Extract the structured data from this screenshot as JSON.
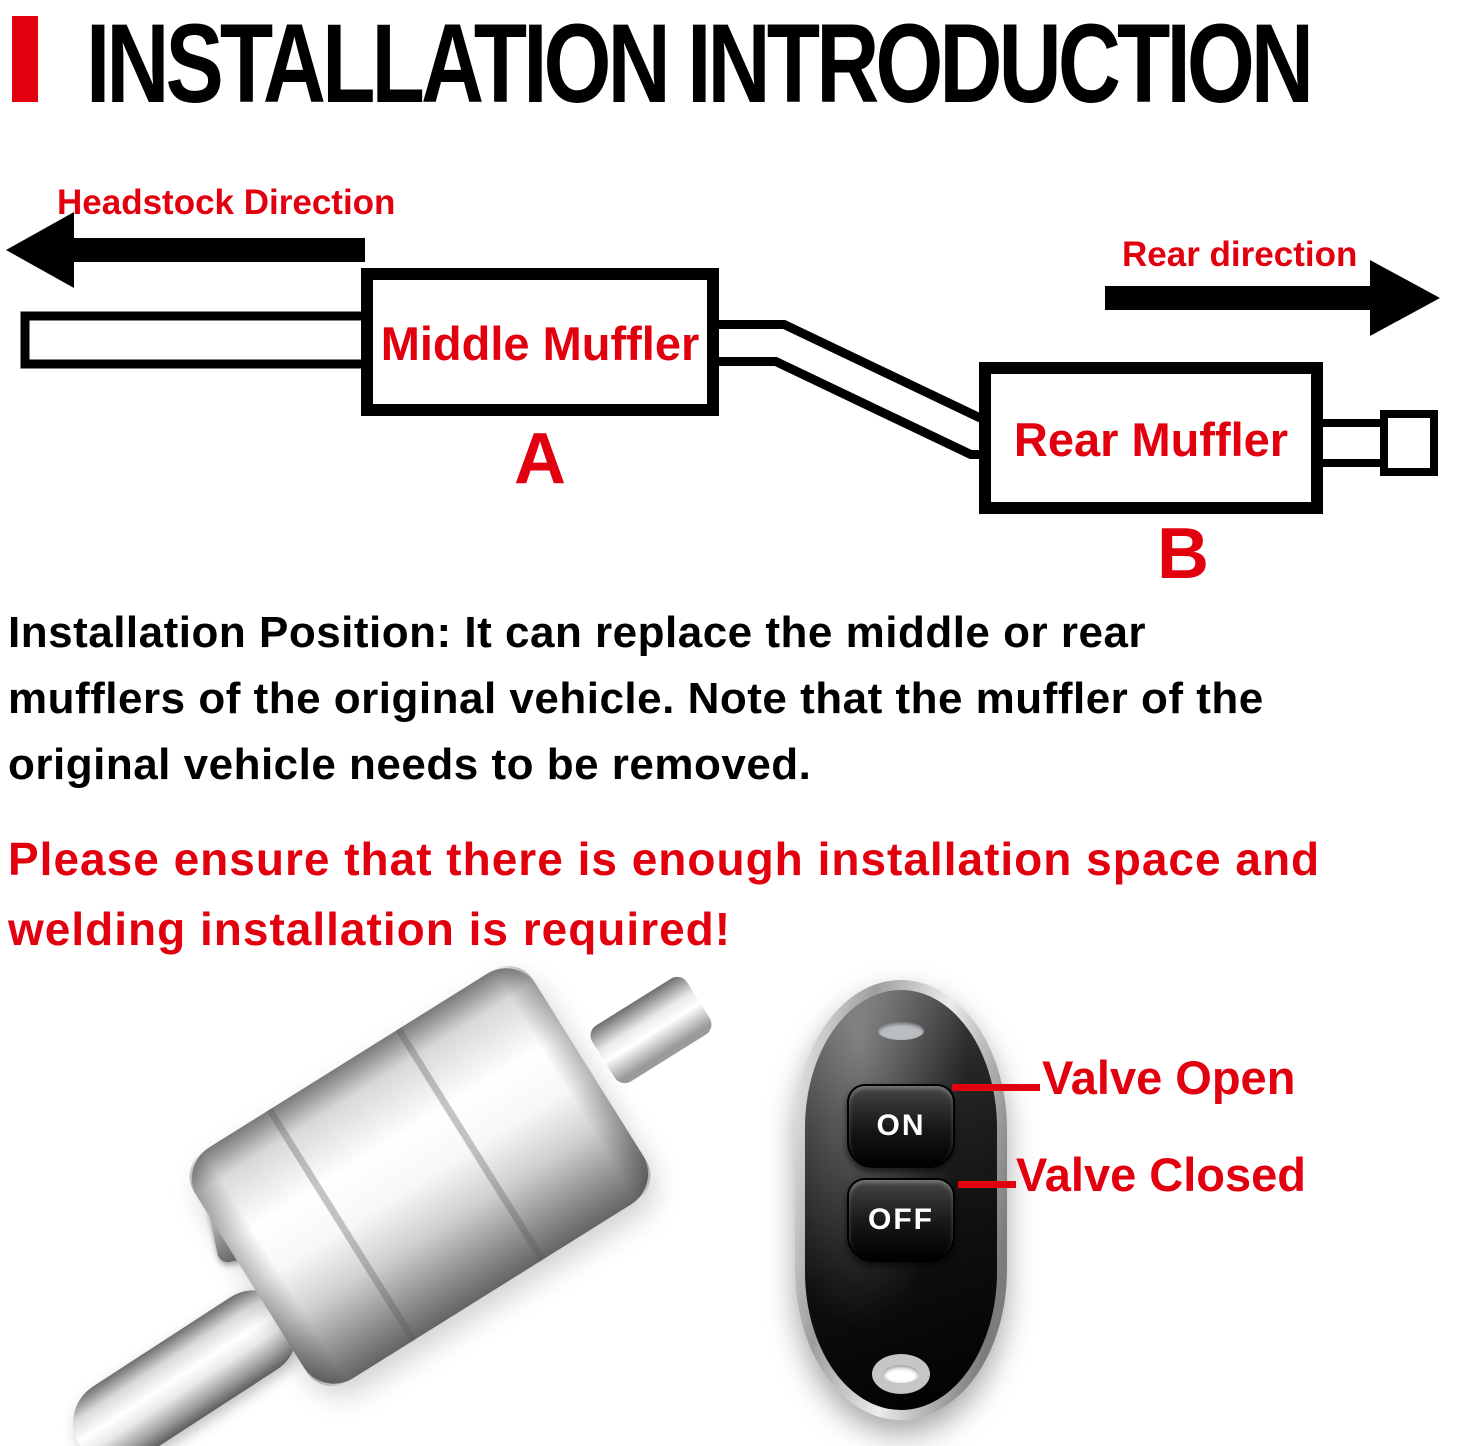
{
  "colors": {
    "red": "#e2000f",
    "black": "#000000"
  },
  "title": {
    "text": "INSTALLATION INTRODUCTION"
  },
  "diagram": {
    "headstock_direction": "Headstock Direction",
    "rear_direction": "Rear direction",
    "middle_muffler": "Middle Muffler",
    "rear_muffler": "Rear Muffler",
    "label_a": "A",
    "label_b": "B"
  },
  "body_text": {
    "installation_lines": [
      "Installation Position: It can replace the middle or rear",
      "mufflers of the original vehicle. Note that the muffler of the",
      "original vehicle needs to be removed."
    ],
    "warning_lines": [
      "Please ensure that there is enough installation space and",
      "welding installation is required!"
    ]
  },
  "remote": {
    "on": "ON",
    "off": "OFF",
    "valve_open": "Valve Open",
    "valve_closed": "Valve Closed"
  }
}
